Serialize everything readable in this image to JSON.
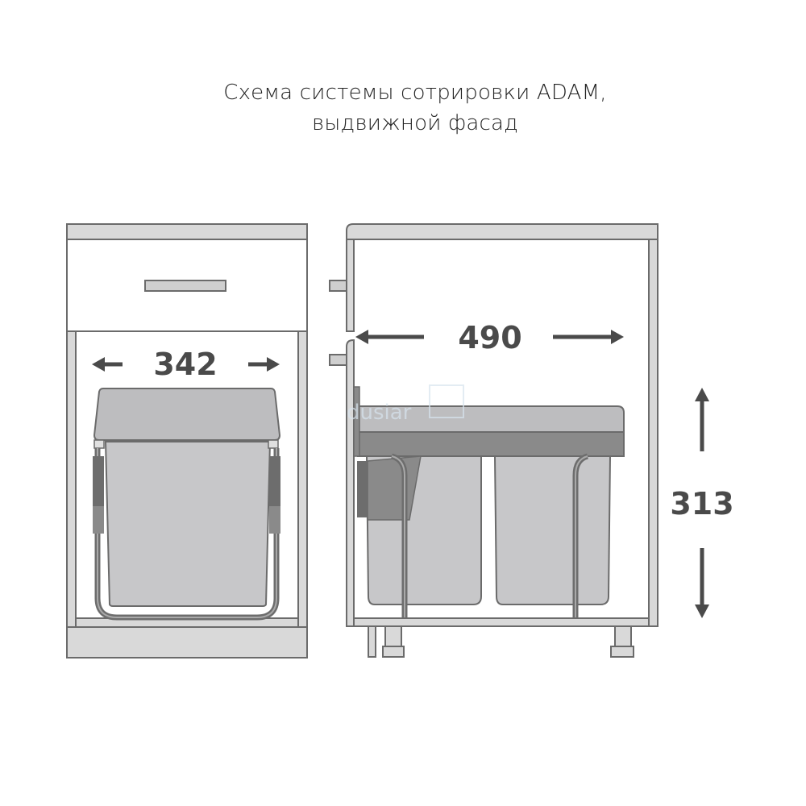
{
  "title": {
    "line1": "Схема системы сотрировки ADAM,",
    "line2": "выдвижной фасад"
  },
  "dimensions": {
    "width": "342",
    "depth": "490",
    "height": "313"
  },
  "watermark": "dusiar",
  "colors": {
    "outline": "#6b6b6b",
    "panel_fill": "#d9d9d9",
    "bin_fill": "#c7c7c9",
    "lid_fill": "#bdbdbf",
    "frame": "#6d6d6d",
    "arrow": "#4a4a4a"
  }
}
